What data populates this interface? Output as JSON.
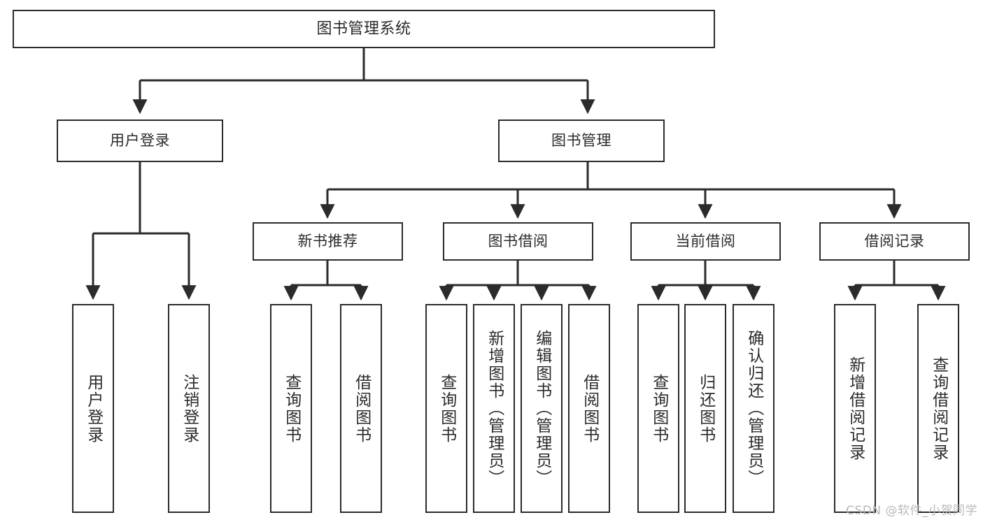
{
  "diagram": {
    "title": "图书管理系统",
    "type": "tree-hierarchy",
    "root": {
      "label": "图书管理系统"
    },
    "level2": {
      "user_login": "用户登录",
      "book_manage": "图书管理"
    },
    "level3": {
      "new_book_recommend": "新书推荐",
      "book_borrow": "图书借阅",
      "current_borrow": "当前借阅",
      "borrow_record": "借阅记录"
    },
    "leaves": {
      "user_login": [
        "用户登录",
        "注销登录"
      ],
      "new_book_recommend": [
        "查询图书",
        "借阅图书"
      ],
      "book_borrow": [
        "查询图书",
        "新增图书（管理员）",
        "编辑图书（管理员）",
        "借阅图书"
      ],
      "current_borrow": [
        "查询图书",
        "归还图书",
        "确认归还（管理员）"
      ],
      "borrow_record": [
        "新增借阅记录",
        "查询借阅记录"
      ]
    },
    "colors": {
      "stroke": "#2b2b2b",
      "fill": "#ffffff",
      "text": "#2b2b2b",
      "watermark": "#b9b9b9"
    }
  },
  "watermark": {
    "text": "CSDN @软件_小贺同学"
  }
}
